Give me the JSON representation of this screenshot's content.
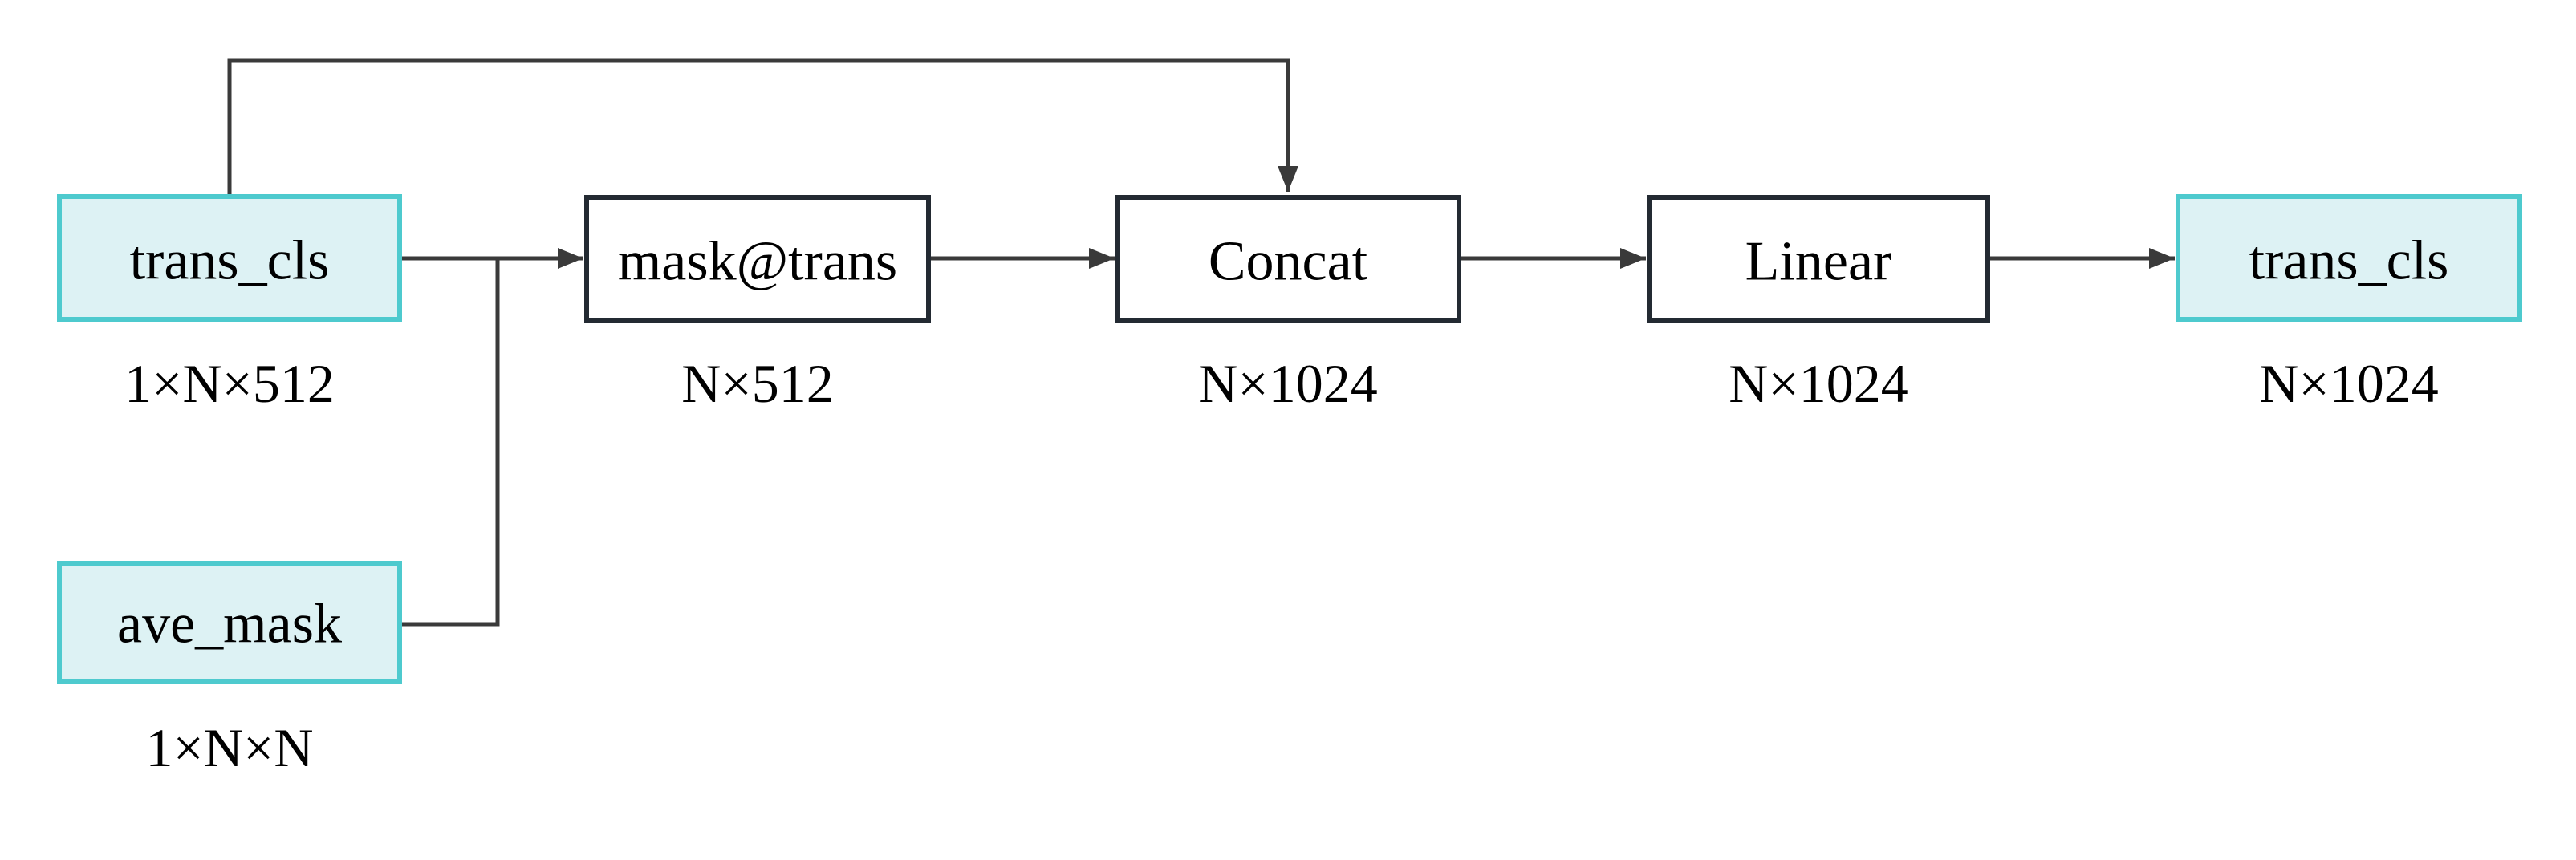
{
  "diagram": {
    "nodes": {
      "trans_cls_in": {
        "label": "trans_cls",
        "dims": "1×N×512"
      },
      "ave_mask": {
        "label": "ave_mask",
        "dims": "1×N×N"
      },
      "mask_at_trans": {
        "label": "mask@trans",
        "dims": "N×512"
      },
      "concat": {
        "label": "Concat",
        "dims": "N×1024"
      },
      "linear": {
        "label": "Linear",
        "dims": "N×1024"
      },
      "trans_cls_out": {
        "label": "trans_cls",
        "dims": "N×1024"
      }
    },
    "colors": {
      "background": "#ffffff",
      "input_fill": "#ddf2f4",
      "input_stroke": "#4ecace",
      "op_fill": "#ffffff",
      "op_stroke": "#232a32",
      "edge": "#3a3a3a",
      "text": "#000000"
    }
  }
}
